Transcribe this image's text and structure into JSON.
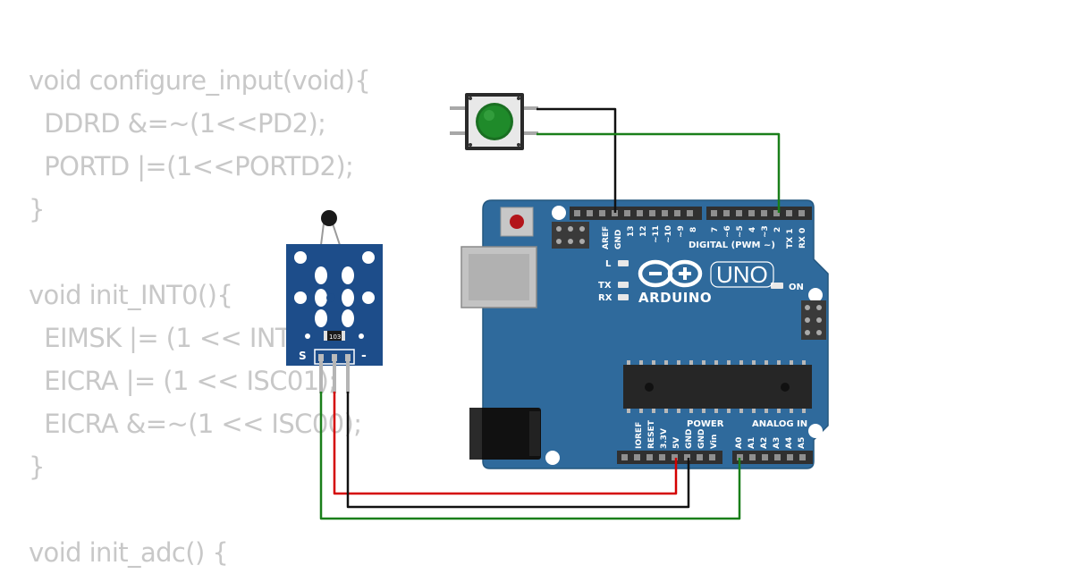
{
  "code": {
    "lines": [
      "void configure_input(void){",
      "  DDRD &=~(1<<PD2);",
      "  PORTD |=(1<<PORTD2);",
      "}",
      "",
      "void init_INT0(){",
      "  EIMSK |= (1 << INT0);",
      "  EICRA |= (1 << ISC01);",
      "  EICRA &=~(1 << ISC00);",
      "}",
      "",
      "void init_adc() {"
    ]
  },
  "arduino": {
    "model": "UNO",
    "brand": "ARDUINO",
    "digital_header_label": "DIGITAL (PWM ~)",
    "power_label": "POWER",
    "analog_label": "ANALOG IN",
    "led_l": "L",
    "led_tx": "TX",
    "led_rx": "RX",
    "led_on": "ON",
    "top_left_pins": [
      "AREF",
      "GND",
      "13",
      "12",
      "~11",
      "~10",
      "~9",
      "8"
    ],
    "top_right_pins": [
      "7",
      "~6",
      "~5",
      "4",
      "~3",
      "2",
      "TX 1",
      "RX 0"
    ],
    "power_pins": [
      "IOREF",
      "RESET",
      "3.3V",
      "5V",
      "GND",
      "GND",
      "Vin"
    ],
    "analog_pins": [
      "A0",
      "A1",
      "A2",
      "A3",
      "A4",
      "A5"
    ]
  },
  "sensor": {
    "resistor_code": "103",
    "pin_s": "S",
    "pin_minus": "-"
  },
  "wires": {
    "button_to_gnd": "#111111",
    "button_to_d2": "#1a7f1a",
    "sensor_to_5v": "#d40000",
    "sensor_to_gnd": "#111111",
    "sensor_to_a0": "#1a7f1a"
  },
  "colors": {
    "board": "#2f6a9c",
    "button_cap": "#1f8a2a",
    "sensor_board": "#1d4d8a",
    "code_text": "#c8c8c8"
  }
}
